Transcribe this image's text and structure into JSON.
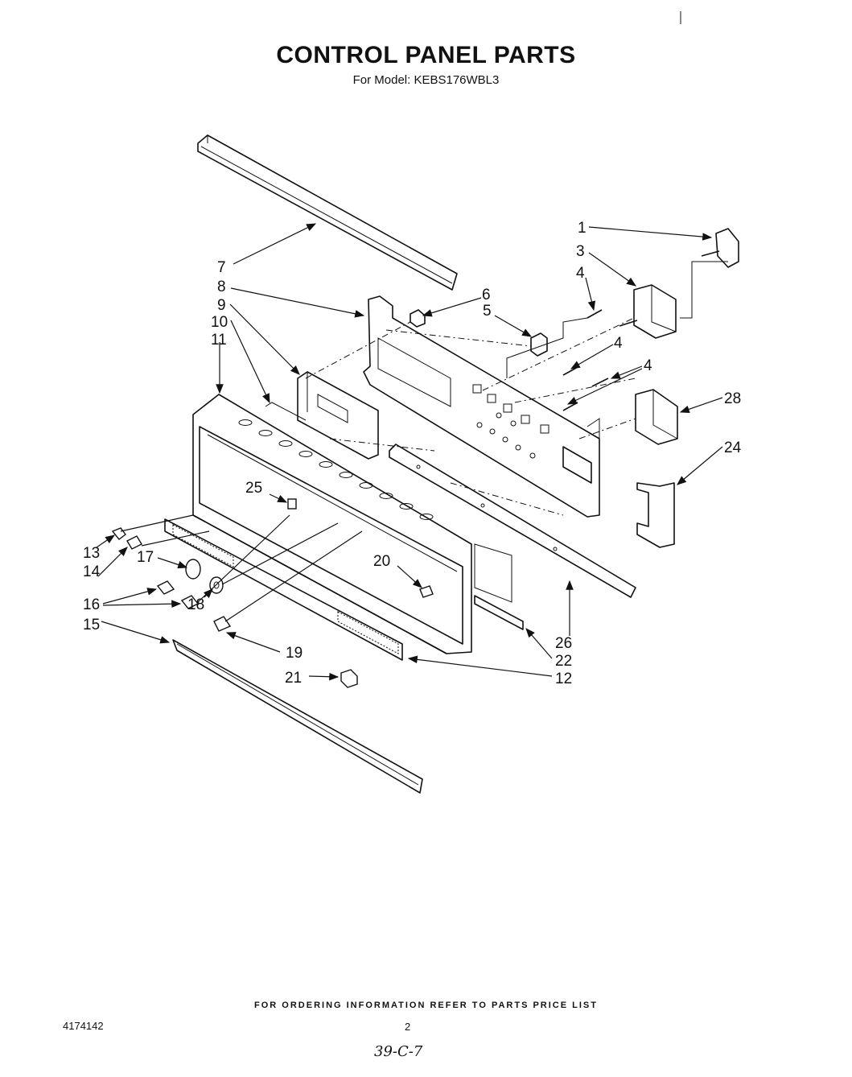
{
  "header": {
    "title": "CONTROL PANEL PARTS",
    "subtitle": "For Model: KEBS176WBL3"
  },
  "diagram": {
    "callouts": [
      "1",
      "3",
      "4",
      "4",
      "4",
      "5",
      "6",
      "7",
      "8",
      "9",
      "10",
      "11",
      "12",
      "13",
      "14",
      "15",
      "16",
      "17",
      "18",
      "19",
      "20",
      "21",
      "22",
      "24",
      "25",
      "26",
      "28"
    ]
  },
  "footer": {
    "note": "FOR ORDERING INFORMATION REFER TO PARTS PRICE LIST",
    "doc_number": "4174142",
    "page": "2",
    "handwritten": "39-C-7"
  }
}
